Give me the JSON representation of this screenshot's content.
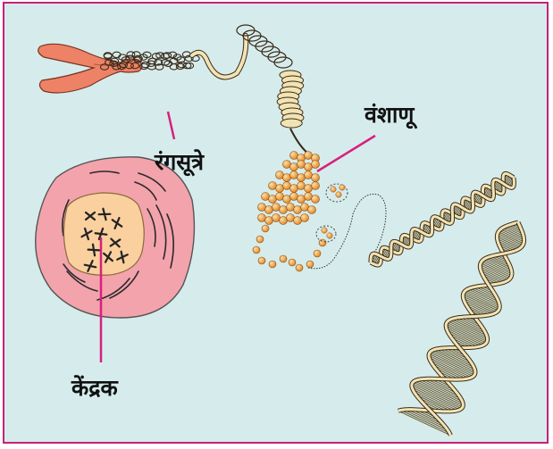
{
  "labels": {
    "chromosome": "रंगसूत्रे",
    "gene": "वंशाणू",
    "nucleus": "केंद्रक"
  },
  "colors": {
    "background": "#d6ecec",
    "frame_border": "#c8207a",
    "leader_line": "#d8207e",
    "chromosome_fill": "#ee8266",
    "cell_fill": "#f3a3ac",
    "nucleus_fill": "#f9d09e",
    "bead_fill": "#f0a848",
    "dna_fill": "#f2e3b3",
    "outline": "#2a2a2a"
  },
  "icons": [
    "chromosome-icon",
    "chromatin-coil-icon",
    "cell-icon",
    "nucleus-icon",
    "dna-helix-icon"
  ]
}
